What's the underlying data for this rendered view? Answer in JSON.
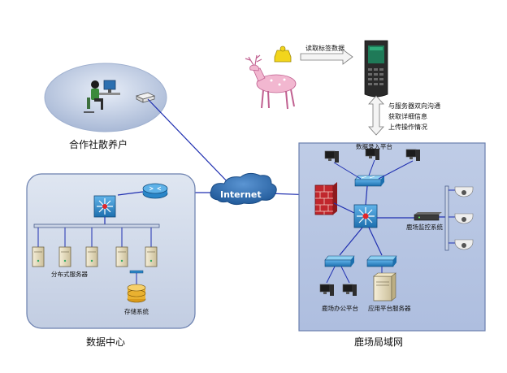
{
  "cooperative": {
    "label": "合作社散养户"
  },
  "internet": {
    "label": "Internet"
  },
  "data_center": {
    "label": "数据中心",
    "servers_label": "分布式服务器",
    "storage_label": "存储系统"
  },
  "farm_lan": {
    "label": "鹿场局域网",
    "entry_platform_label": "数据录入平台",
    "office_platform_label": "鹿场办公平台",
    "app_server_label": "应用平台服务器",
    "monitoring_label": "鹿场监控系统"
  },
  "rfid": {
    "read_label": "读取标签数据",
    "comm_lines": [
      "与服务器双向沟通",
      "获取详细信息",
      "上传操作情况"
    ]
  },
  "colors": {
    "link_blue": "#1f2fb0",
    "cloud": "#2f6fb3",
    "panel_fill": "#b7c4de",
    "panel_border": "#6a7fae",
    "switch": "#2a86c8",
    "firewall": "#c1272d"
  }
}
